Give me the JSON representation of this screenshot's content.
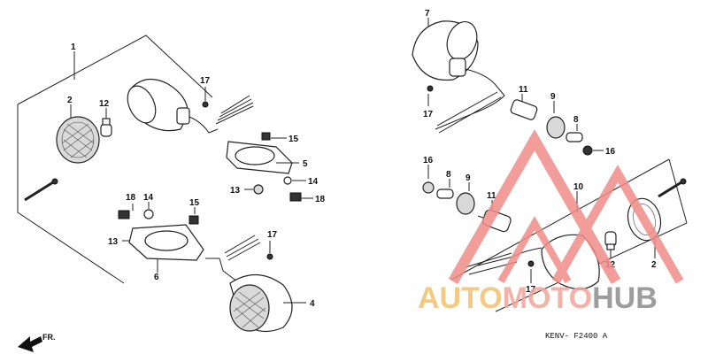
{
  "callouts": {
    "left": [
      "1",
      "2",
      "12",
      "17",
      "15",
      "5",
      "14",
      "13",
      "18",
      "18",
      "14",
      "15",
      "13",
      "6",
      "17",
      "4"
    ],
    "right": [
      "7",
      "17",
      "11",
      "9",
      "8",
      "16",
      "16",
      "8",
      "9",
      "11",
      "10",
      "12",
      "17",
      "2"
    ]
  },
  "diagram_code": "KENV- F2400 A",
  "direction_label": "FR.",
  "watermark": {
    "part1": "AUTO",
    "part2": "MOTO",
    "part3": "HUB",
    "color1": "#f5c06b",
    "color2": "#f2a49a",
    "color3": "#8c8c8c",
    "triangle_color": "#f08c88"
  }
}
